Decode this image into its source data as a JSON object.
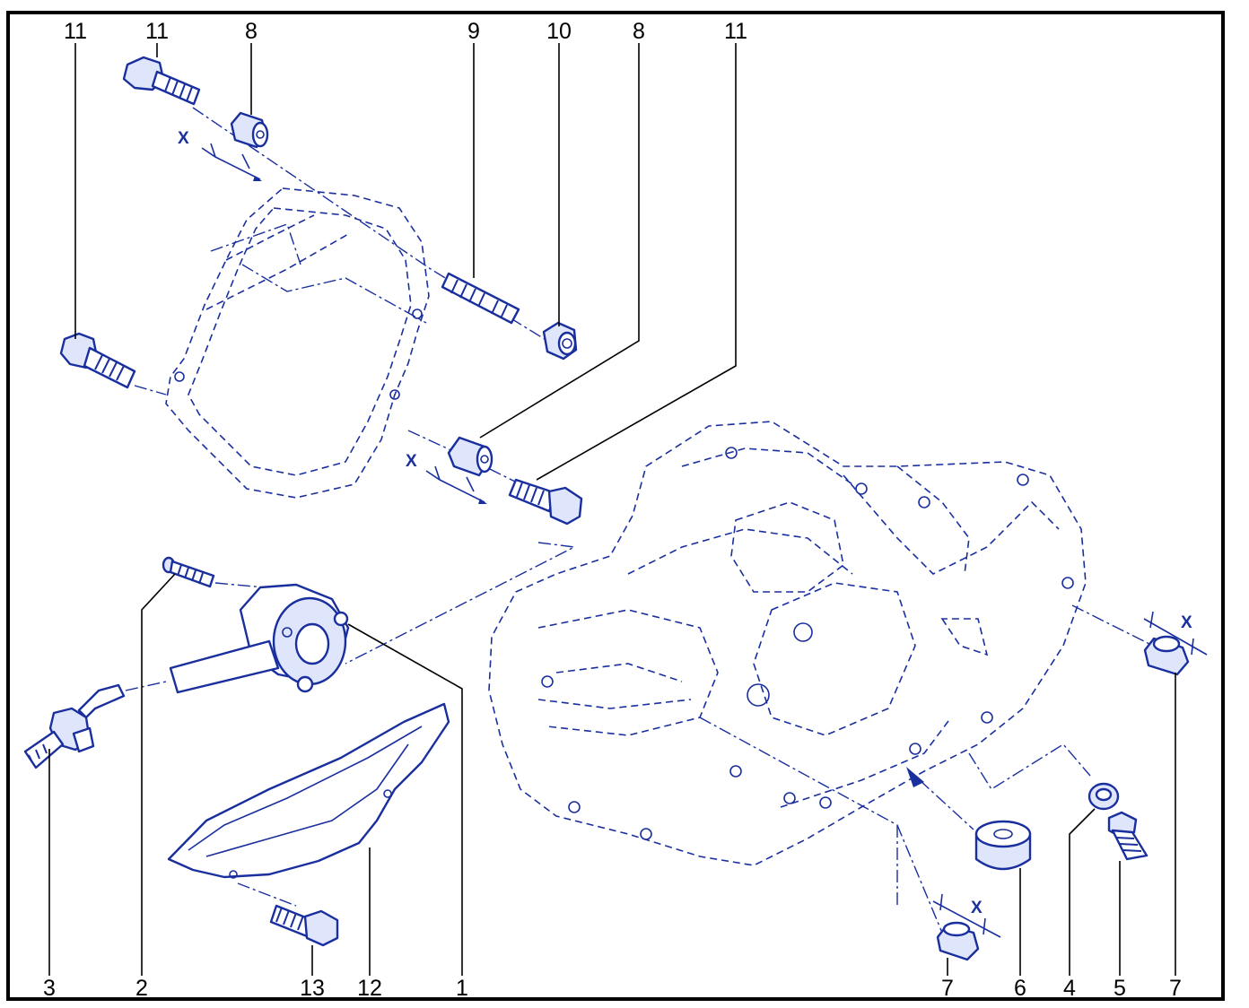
{
  "colors": {
    "line": "#1a2f9e",
    "fill": "#dfe5fb",
    "border": "#000000"
  },
  "dimension_label": "X",
  "callouts": {
    "top": [
      "11",
      "11",
      "8",
      "9",
      "10",
      "8",
      "11"
    ],
    "bottom": [
      "3",
      "2",
      "13",
      "12",
      "1",
      "7",
      "6",
      "4",
      "5",
      "7"
    ]
  }
}
